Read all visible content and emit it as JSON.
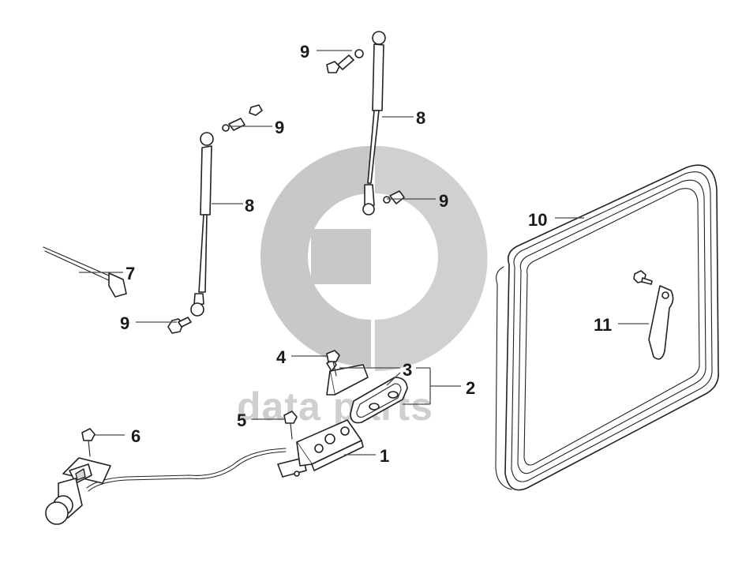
{
  "watermark": {
    "text": "data parts",
    "color": "#c8c8c8"
  },
  "callouts": {
    "c1": "1",
    "c2": "2",
    "c3": "3",
    "c4": "4",
    "c5": "5",
    "c6": "6",
    "c7": "7",
    "c8a": "8",
    "c8b": "8",
    "c9a": "9",
    "c9b": "9",
    "c9c": "9",
    "c9d": "9",
    "c10": "10",
    "c11": "11"
  },
  "colors": {
    "line": "#222222",
    "label": "#1a1a1a",
    "watermark": "#c8c8c8"
  }
}
